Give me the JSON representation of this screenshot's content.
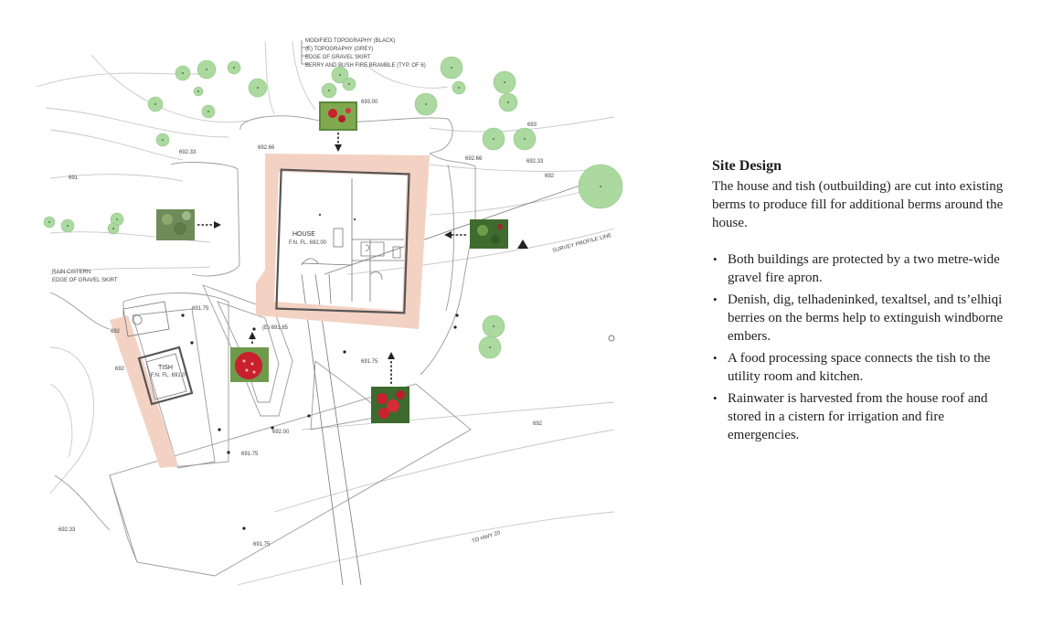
{
  "panel": {
    "title": "Site Design",
    "intro": "The house and tish (outbuilding) are cut into existing berms to produce fill for additional berms around the house.",
    "bullets": [
      "Both buildings are protected by a two metre-wide gravel fire apron.",
      "Denish, dig, telhadeninked, texaltsel, and ts’elhiqi berries on the berms help to extinguish windborne embers.",
      "A food processing space connects the tish to the utility room and kitchen.",
      "Rainwater is harvested from the house roof and stored in a cistern for irrigation and fire emergencies."
    ]
  },
  "plan": {
    "legend": [
      "MODIFIED TOPOGRAPHY (BLACK)",
      "(E) TOPOGRAPHY (GREY)",
      "EDGE OF GRAVEL SKIRT",
      "BERRY AND BUSH FIRE BRAMBLE (TYP. OF 6)"
    ],
    "house_name": "HOUSE",
    "house_floor": "F.N. FL. 692.00",
    "tish_name": "TISH",
    "tish_floor": "F.N. FL. 691.0",
    "cistern_label": "RAIN CISTERN",
    "gravel_label": "EDGE OF GRAVEL SKIRT",
    "survey_label": "SURVEY PROFILE LINE",
    "road_label": "TO HWY 20",
    "elevations": {
      "e69300": "693.00",
      "e69266": "692.66",
      "e69233a": "692.33",
      "e69266b": "692.66",
      "e69233b": "692.33",
      "e69175a": "691.75",
      "e69185": "(E) 691.85",
      "e69175b": "691.75",
      "e69200": "692.00",
      "e69175c": "691.75",
      "e69233c": "692.33",
      "e69175d": "691.75"
    },
    "contours": {
      "c691": "691",
      "c692a": "692",
      "c693": "693",
      "c692b": "692",
      "c692c": "692",
      "c692d": "692"
    },
    "colors": {
      "tree": "#a7d89b",
      "apron": "#f3d2c3",
      "berry_red": "#c8202e",
      "leaf_green": "#4f8a3a"
    }
  }
}
